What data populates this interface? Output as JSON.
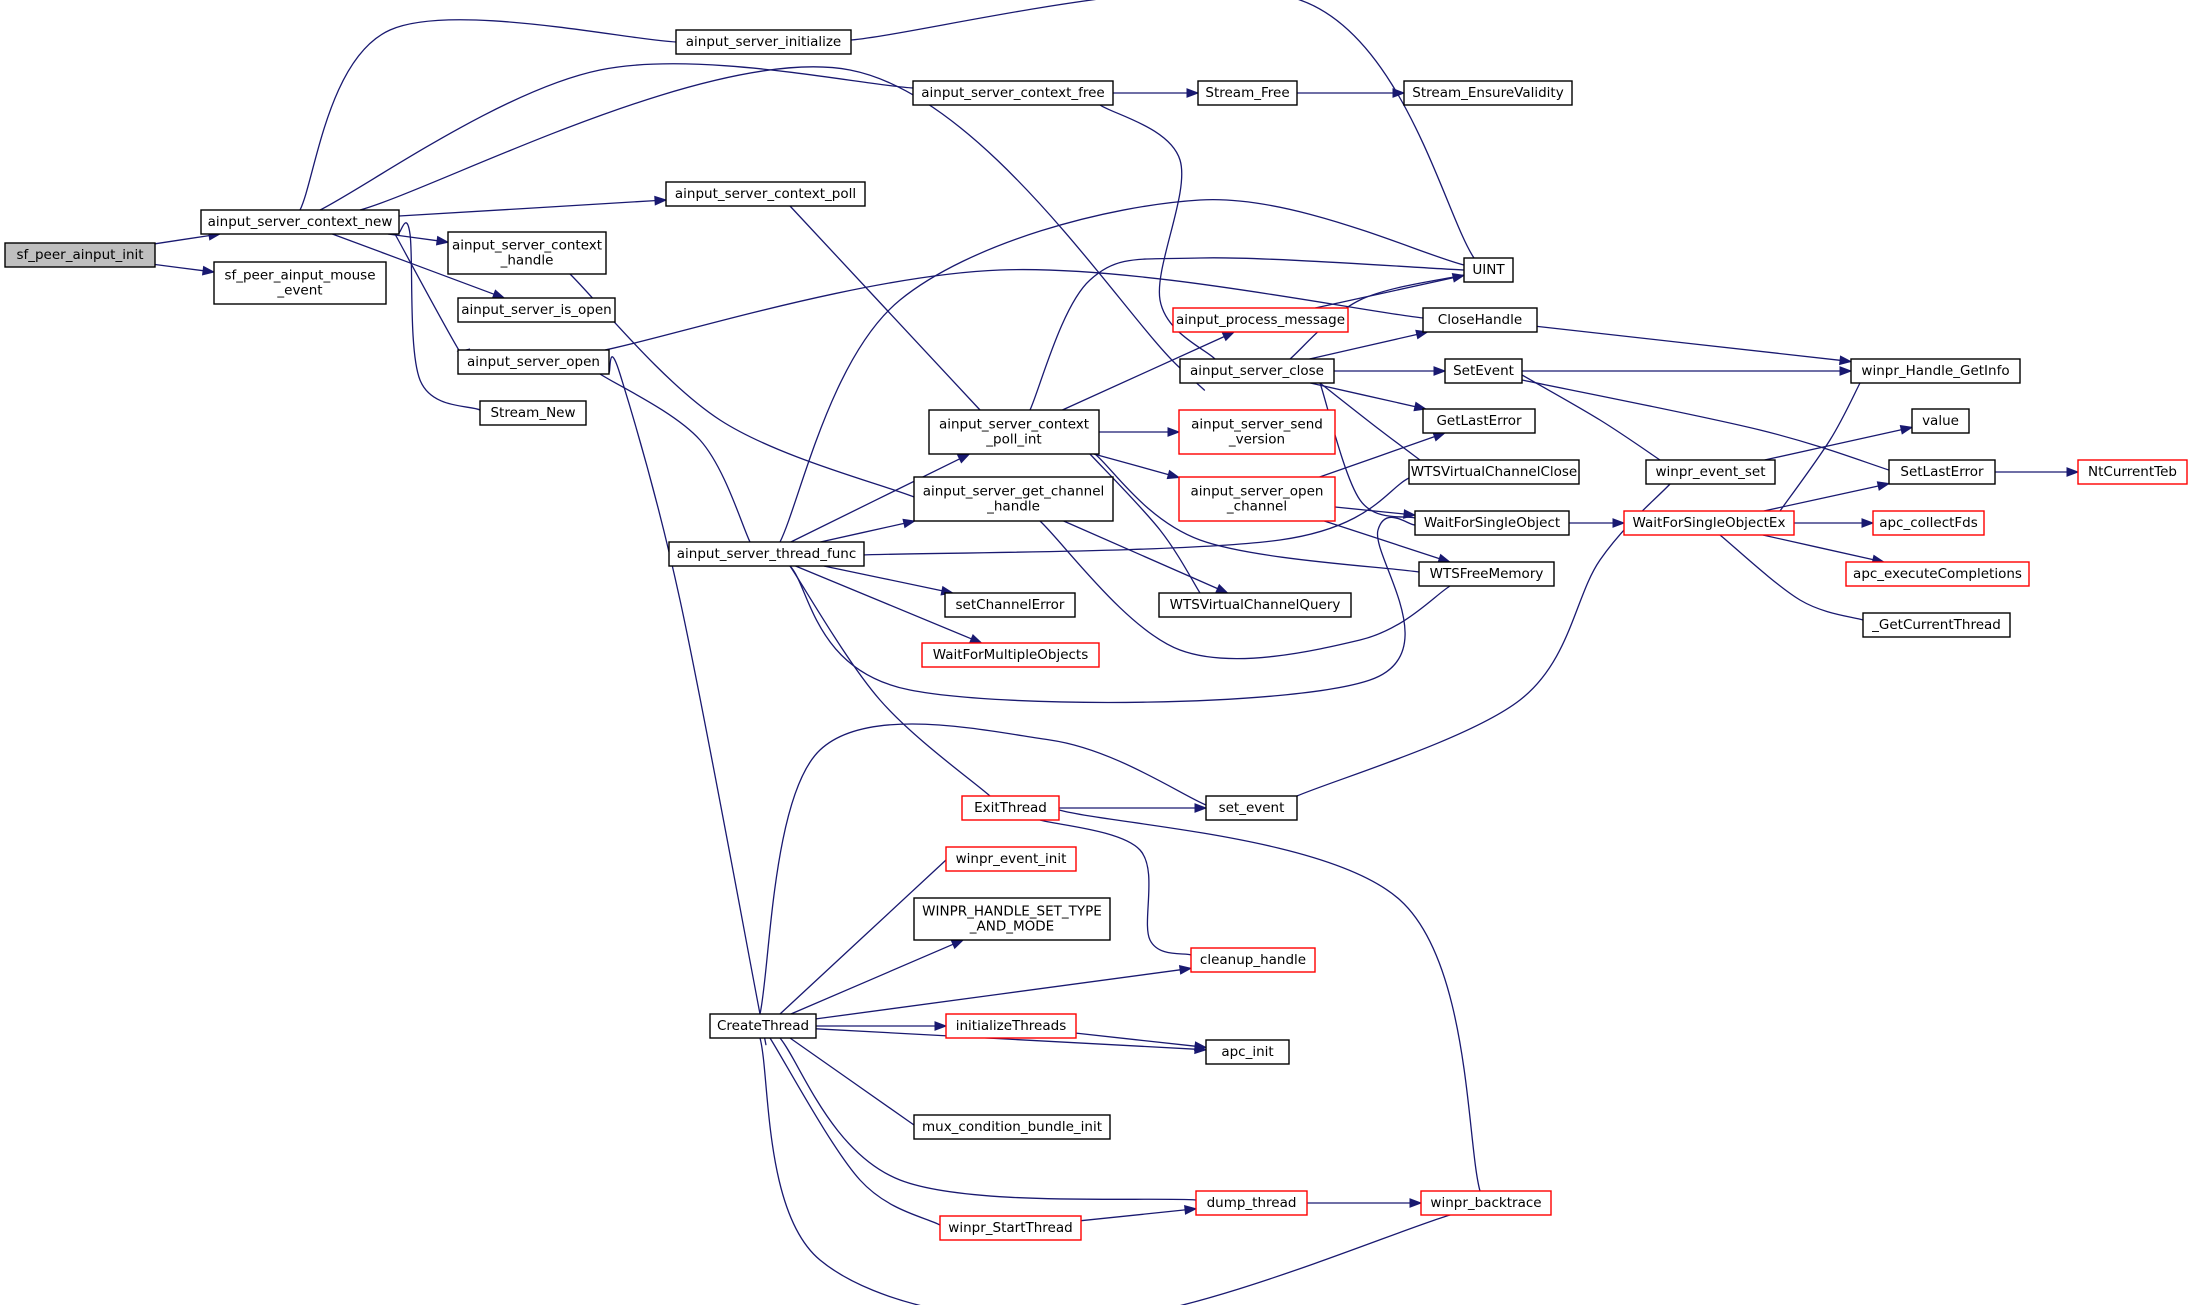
{
  "graph": {
    "root": "sf_peer_ainput_init",
    "colors": {
      "edge": "#191970",
      "border": "#000000",
      "border_truncated": "#ff0000",
      "root_fill": "#bfbfbf"
    },
    "nodes": [
      {
        "id": "sf_peer_ainput_init",
        "lines": [
          "sf_peer_ainput_init"
        ],
        "style": "root"
      },
      {
        "id": "ainput_server_context_new",
        "lines": [
          "ainput_server_context_new"
        ],
        "style": "normal"
      },
      {
        "id": "sf_peer_ainput_mouse_event",
        "lines": [
          "sf_peer_ainput_mouse",
          "_event"
        ],
        "style": "normal"
      },
      {
        "id": "ainput_server_initialize",
        "lines": [
          "ainput_server_initialize"
        ],
        "style": "normal"
      },
      {
        "id": "ainput_server_context_free",
        "lines": [
          "ainput_server_context_free"
        ],
        "style": "normal"
      },
      {
        "id": "Stream_Free",
        "lines": [
          "Stream_Free"
        ],
        "style": "normal"
      },
      {
        "id": "Stream_EnsureValidity",
        "lines": [
          "Stream_EnsureValidity"
        ],
        "style": "normal"
      },
      {
        "id": "ainput_server_context_poll",
        "lines": [
          "ainput_server_context_poll"
        ],
        "style": "normal"
      },
      {
        "id": "ainput_server_context_handle",
        "lines": [
          "ainput_server_context",
          "_handle"
        ],
        "style": "normal"
      },
      {
        "id": "ainput_server_is_open",
        "lines": [
          "ainput_server_is_open"
        ],
        "style": "normal"
      },
      {
        "id": "ainput_server_open",
        "lines": [
          "ainput_server_open"
        ],
        "style": "normal"
      },
      {
        "id": "Stream_New",
        "lines": [
          "Stream_New"
        ],
        "style": "normal"
      },
      {
        "id": "UINT",
        "lines": [
          "UINT"
        ],
        "style": "normal"
      },
      {
        "id": "ainput_process_message",
        "lines": [
          "ainput_process_message"
        ],
        "style": "truncated"
      },
      {
        "id": "CloseHandle",
        "lines": [
          "CloseHandle"
        ],
        "style": "normal"
      },
      {
        "id": "ainput_server_close",
        "lines": [
          "ainput_server_close"
        ],
        "style": "normal"
      },
      {
        "id": "SetEvent",
        "lines": [
          "SetEvent"
        ],
        "style": "normal"
      },
      {
        "id": "winpr_Handle_GetInfo",
        "lines": [
          "winpr_Handle_GetInfo"
        ],
        "style": "normal"
      },
      {
        "id": "GetLastError",
        "lines": [
          "GetLastError"
        ],
        "style": "normal"
      },
      {
        "id": "value",
        "lines": [
          "value"
        ],
        "style": "normal"
      },
      {
        "id": "ainput_server_context_poll_int",
        "lines": [
          "ainput_server_context",
          "_poll_int"
        ],
        "style": "normal"
      },
      {
        "id": "ainput_server_send_version",
        "lines": [
          "ainput_server_send",
          "_version"
        ],
        "style": "truncated"
      },
      {
        "id": "WTSVirtualChannelClose",
        "lines": [
          "WTSVirtualChannelClose"
        ],
        "style": "normal"
      },
      {
        "id": "winpr_event_set",
        "lines": [
          "winpr_event_set"
        ],
        "style": "normal"
      },
      {
        "id": "SetLastError",
        "lines": [
          "SetLastError"
        ],
        "style": "normal"
      },
      {
        "id": "NtCurrentTeb",
        "lines": [
          "NtCurrentTeb"
        ],
        "style": "truncated"
      },
      {
        "id": "ainput_server_get_channel_handle",
        "lines": [
          "ainput_server_get_channel",
          "_handle"
        ],
        "style": "normal"
      },
      {
        "id": "ainput_server_open_channel",
        "lines": [
          "ainput_server_open",
          "_channel"
        ],
        "style": "truncated"
      },
      {
        "id": "WaitForSingleObject",
        "lines": [
          "WaitForSingleObject"
        ],
        "style": "normal"
      },
      {
        "id": "WaitForSingleObjectEx",
        "lines": [
          "WaitForSingleObjectEx"
        ],
        "style": "truncated"
      },
      {
        "id": "apc_collectFds",
        "lines": [
          "apc_collectFds"
        ],
        "style": "truncated"
      },
      {
        "id": "ainput_server_thread_func",
        "lines": [
          "ainput_server_thread_func"
        ],
        "style": "normal"
      },
      {
        "id": "WTSFreeMemory",
        "lines": [
          "WTSFreeMemory"
        ],
        "style": "normal"
      },
      {
        "id": "apc_executeCompletions",
        "lines": [
          "apc_executeCompletions"
        ],
        "style": "truncated"
      },
      {
        "id": "setChannelError",
        "lines": [
          "setChannelError"
        ],
        "style": "normal"
      },
      {
        "id": "WTSVirtualChannelQuery",
        "lines": [
          "WTSVirtualChannelQuery"
        ],
        "style": "normal"
      },
      {
        "id": "_GetCurrentThread",
        "lines": [
          "_GetCurrentThread"
        ],
        "style": "normal"
      },
      {
        "id": "WaitForMultipleObjects",
        "lines": [
          "WaitForMultipleObjects"
        ],
        "style": "truncated"
      },
      {
        "id": "ExitThread",
        "lines": [
          "ExitThread"
        ],
        "style": "truncated"
      },
      {
        "id": "set_event",
        "lines": [
          "set_event"
        ],
        "style": "normal"
      },
      {
        "id": "winpr_event_init",
        "lines": [
          "winpr_event_init"
        ],
        "style": "truncated"
      },
      {
        "id": "WINPR_HANDLE_SET_TYPE_AND_MODE",
        "lines": [
          "WINPR_HANDLE_SET_TYPE",
          "_AND_MODE"
        ],
        "style": "normal"
      },
      {
        "id": "cleanup_handle",
        "lines": [
          "cleanup_handle"
        ],
        "style": "truncated"
      },
      {
        "id": "CreateThread",
        "lines": [
          "CreateThread"
        ],
        "style": "normal"
      },
      {
        "id": "initializeThreads",
        "lines": [
          "initializeThreads"
        ],
        "style": "truncated"
      },
      {
        "id": "apc_init",
        "lines": [
          "apc_init"
        ],
        "style": "normal"
      },
      {
        "id": "mux_condition_bundle_init",
        "lines": [
          "mux_condition_bundle_init"
        ],
        "style": "normal"
      },
      {
        "id": "dump_thread",
        "lines": [
          "dump_thread"
        ],
        "style": "truncated"
      },
      {
        "id": "winpr_backtrace",
        "lines": [
          "winpr_backtrace"
        ],
        "style": "truncated"
      },
      {
        "id": "winpr_StartThread",
        "lines": [
          "winpr_StartThread"
        ],
        "style": "truncated"
      }
    ],
    "edges": [
      [
        "sf_peer_ainput_init",
        "ainput_server_context_new"
      ],
      [
        "sf_peer_ainput_init",
        "sf_peer_ainput_mouse_event"
      ],
      [
        "ainput_server_context_new",
        "ainput_server_initialize"
      ],
      [
        "ainput_server_context_new",
        "ainput_server_context_free"
      ],
      [
        "ainput_server_context_new",
        "ainput_server_context_poll"
      ],
      [
        "ainput_server_context_new",
        "ainput_server_context_handle"
      ],
      [
        "ainput_server_context_new",
        "ainput_server_is_open"
      ],
      [
        "ainput_server_context_new",
        "ainput_server_open"
      ],
      [
        "ainput_server_context_new",
        "Stream_New"
      ],
      [
        "ainput_server_context_new",
        "ainput_server_close"
      ],
      [
        "ainput_server_initialize",
        "UINT"
      ],
      [
        "ainput_server_context_free",
        "Stream_Free"
      ],
      [
        "ainput_server_context_free",
        "ainput_server_close"
      ],
      [
        "Stream_Free",
        "Stream_EnsureValidity"
      ],
      [
        "ainput_server_context_poll",
        "ainput_server_context_poll_int"
      ],
      [
        "ainput_server_context_handle",
        "ainput_server_get_channel_handle"
      ],
      [
        "ainput_server_open",
        "CloseHandle"
      ],
      [
        "ainput_server_open",
        "ainput_server_thread_func"
      ],
      [
        "ainput_server_open",
        "CreateThread"
      ],
      [
        "ainput_process_message",
        "UINT"
      ],
      [
        "CloseHandle",
        "winpr_Handle_GetInfo"
      ],
      [
        "ainput_server_close",
        "UINT"
      ],
      [
        "ainput_server_close",
        "CloseHandle"
      ],
      [
        "ainput_server_close",
        "SetEvent"
      ],
      [
        "ainput_server_close",
        "GetLastError"
      ],
      [
        "ainput_server_close",
        "WTSVirtualChannelClose"
      ],
      [
        "ainput_server_close",
        "WaitForSingleObject"
      ],
      [
        "SetEvent",
        "winpr_Handle_GetInfo"
      ],
      [
        "SetEvent",
        "winpr_event_set"
      ],
      [
        "SetEvent",
        "SetLastError"
      ],
      [
        "ainput_server_context_poll_int",
        "UINT"
      ],
      [
        "ainput_server_context_poll_int",
        "ainput_process_message"
      ],
      [
        "ainput_server_context_poll_int",
        "ainput_server_send_version"
      ],
      [
        "ainput_server_context_poll_int",
        "ainput_server_open_channel"
      ],
      [
        "ainput_server_context_poll_int",
        "WTSVirtualChannelQuery"
      ],
      [
        "ainput_server_context_poll_int",
        "WTSFreeMemory"
      ],
      [
        "winpr_event_set",
        "value"
      ],
      [
        "SetLastError",
        "NtCurrentTeb"
      ],
      [
        "ainput_server_get_channel_handle",
        "WTSVirtualChannelQuery"
      ],
      [
        "ainput_server_get_channel_handle",
        "WTSFreeMemory"
      ],
      [
        "ainput_server_open_channel",
        "GetLastError"
      ],
      [
        "ainput_server_open_channel",
        "WaitForSingleObject"
      ],
      [
        "ainput_server_open_channel",
        "WTSFreeMemory"
      ],
      [
        "WaitForSingleObject",
        "WaitForSingleObjectEx"
      ],
      [
        "WaitForSingleObjectEx",
        "winpr_Handle_GetInfo"
      ],
      [
        "WaitForSingleObjectEx",
        "SetLastError"
      ],
      [
        "WaitForSingleObjectEx",
        "apc_collectFds"
      ],
      [
        "WaitForSingleObjectEx",
        "apc_executeCompletions"
      ],
      [
        "WaitForSingleObjectEx",
        "_GetCurrentThread"
      ],
      [
        "ainput_server_thread_func",
        "UINT"
      ],
      [
        "ainput_server_thread_func",
        "ainput_server_context_poll_int"
      ],
      [
        "ainput_server_thread_func",
        "ainput_server_get_channel_handle"
      ],
      [
        "ainput_server_thread_func",
        "WTSVirtualChannelClose"
      ],
      [
        "ainput_server_thread_func",
        "WaitForSingleObject"
      ],
      [
        "ainput_server_thread_func",
        "setChannelError"
      ],
      [
        "ainput_server_thread_func",
        "WaitForMultipleObjects"
      ],
      [
        "ainput_server_thread_func",
        "ExitThread"
      ],
      [
        "ExitThread",
        "set_event"
      ],
      [
        "ExitThread",
        "cleanup_handle"
      ],
      [
        "ExitThread",
        "winpr_backtrace"
      ],
      [
        "set_event",
        "winpr_event_set"
      ],
      [
        "CreateThread",
        "set_event"
      ],
      [
        "CreateThread",
        "winpr_event_init"
      ],
      [
        "CreateThread",
        "WINPR_HANDLE_SET_TYPE_AND_MODE"
      ],
      [
        "CreateThread",
        "cleanup_handle"
      ],
      [
        "CreateThread",
        "initializeThreads"
      ],
      [
        "CreateThread",
        "apc_init"
      ],
      [
        "CreateThread",
        "mux_condition_bundle_init"
      ],
      [
        "CreateThread",
        "dump_thread"
      ],
      [
        "CreateThread",
        "winpr_StartThread"
      ],
      [
        "CreateThread",
        "winpr_backtrace"
      ],
      [
        "initializeThreads",
        "apc_init"
      ],
      [
        "dump_thread",
        "winpr_backtrace"
      ],
      [
        "winpr_StartThread",
        "dump_thread"
      ]
    ]
  }
}
